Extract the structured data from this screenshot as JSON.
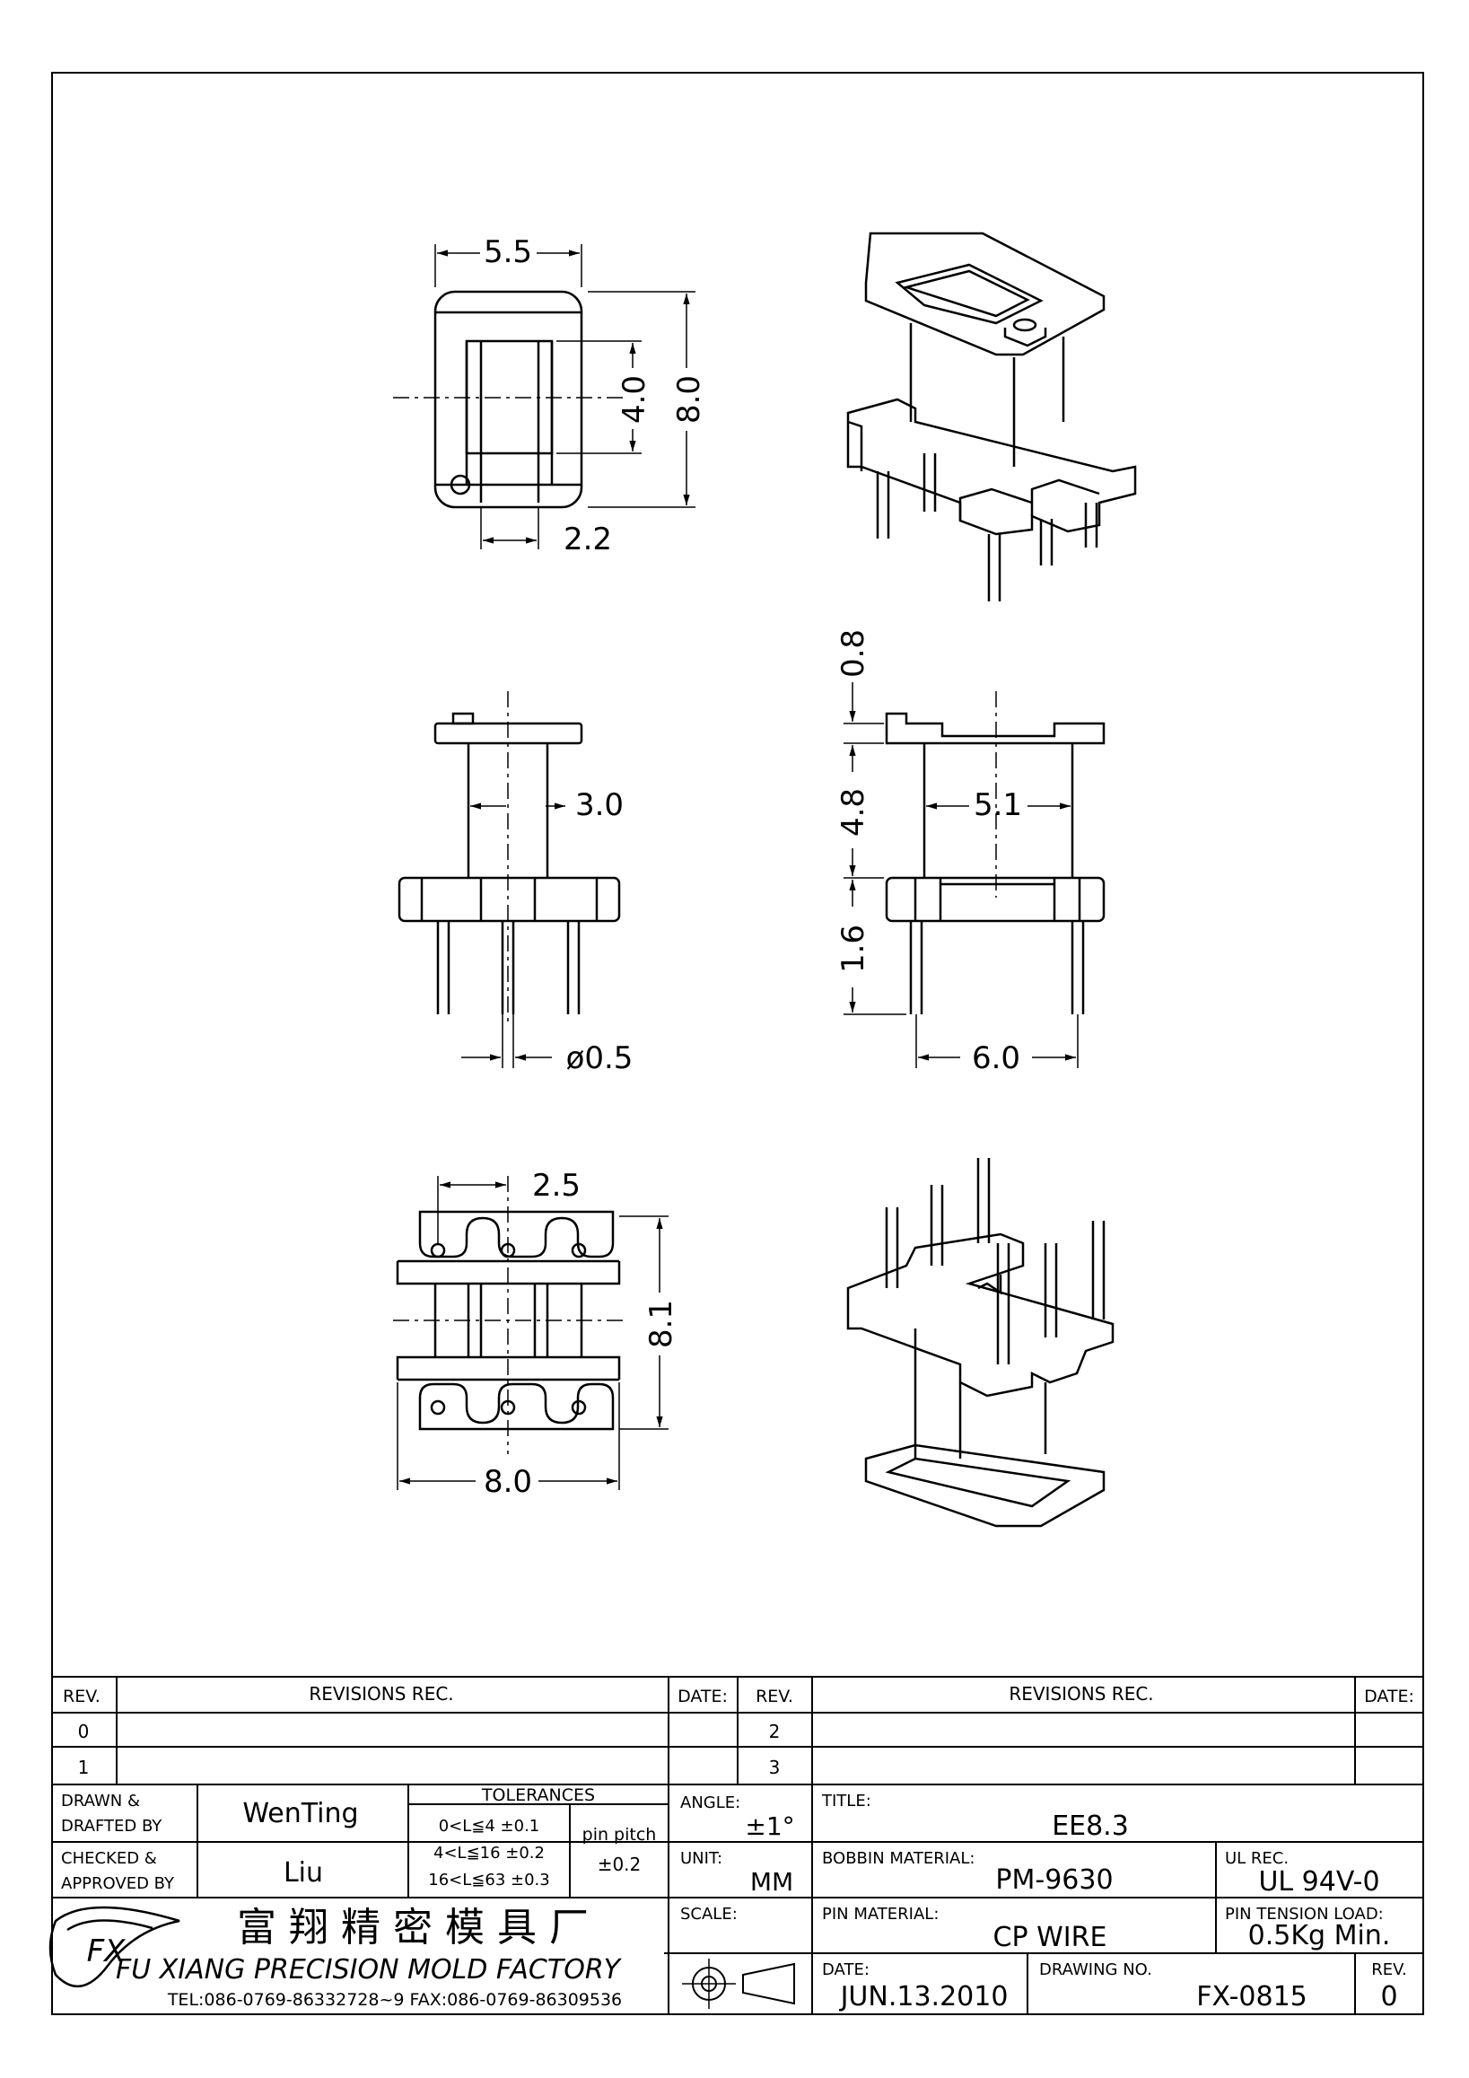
{
  "views": {
    "top": {
      "width": "5.5",
      "height": "8.0",
      "window": "4.0",
      "slot": "2.2"
    },
    "front": {
      "core": "3.0",
      "pin_dia": "ø0.5"
    },
    "side": {
      "flange": "0.8",
      "body": "4.8",
      "core_w": "5.1",
      "base": "1.6",
      "pin_span": "6.0"
    },
    "bottom": {
      "pitch": "2.5",
      "depth": "8.1",
      "width": "8.0"
    }
  },
  "title_block": {
    "rev_header": "REV.",
    "revisions_header": "REVISIONS REC.",
    "date_header": "DATE:",
    "rev_rows_left": [
      "0",
      "1"
    ],
    "rev_rows_right": [
      "2",
      "3"
    ],
    "drawn_label_1": "DRAWN &",
    "drawn_label_2": "DRAFTED BY",
    "drawn_by": "WenTing",
    "checked_label_1": "CHECKED &",
    "checked_label_2": "APPROVED BY",
    "checked_by": "Liu",
    "tolerances_header": "TOLERANCES",
    "tol_rows": [
      "0<L≦4   ±0.1",
      "4<L≦16  ±0.2",
      "16<L≦63  ±0.3"
    ],
    "pin_pitch_label": "pin pitch",
    "pin_pitch_value": "±0.2",
    "angle_label": "ANGLE:",
    "angle_value": "±1°",
    "unit_label": "UNIT:",
    "unit_value": "MM",
    "scale_label": "SCALE:",
    "title_label": "TITLE:",
    "title_value": "EE8.3",
    "bobbin_label": "BOBBIN MATERIAL:",
    "bobbin_value": "PM-9630",
    "ul_label": "UL REC.",
    "ul_value": "UL 94V-0",
    "pin_material_label": "PIN MATERIAL:",
    "pin_material_value": "CP WIRE",
    "pin_tension_label": "PIN TENSION LOAD:",
    "pin_tension_value": "0.5Kg Min.",
    "date_label": "DATE:",
    "date_value": "JUN.13.2010",
    "drawing_no_label": "DRAWING NO.",
    "drawing_no_value": "FX-0815",
    "rev_label": "REV.",
    "rev_value": "0",
    "company_cn": "富 翔 精 密 模 具 厂",
    "company_en": "FU XIANG PRECISION MOLD FACTORY",
    "contact": "TEL:086-0769-86332728~9  FAX:086-0769-86309536",
    "logo_text": "FX"
  }
}
